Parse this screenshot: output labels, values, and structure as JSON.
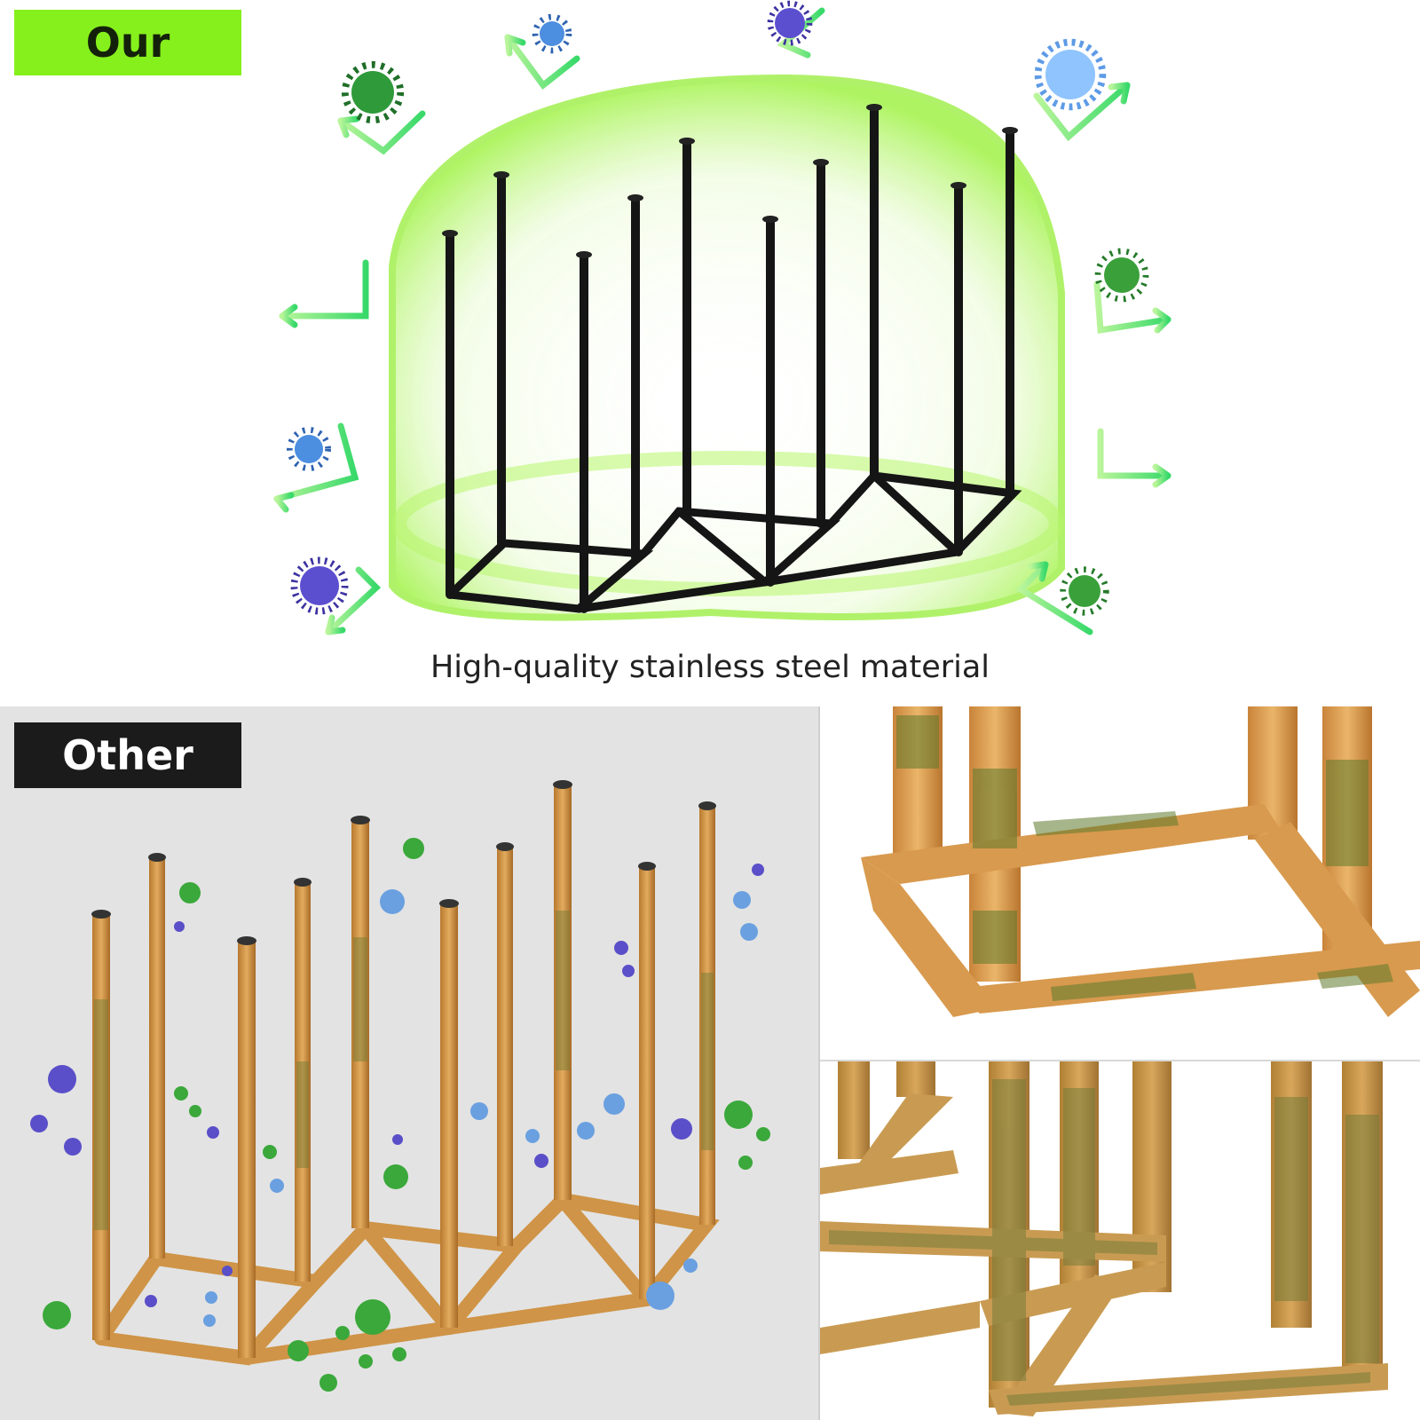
{
  "top_panel": {
    "badge": "Our",
    "caption": "High-quality stainless steel material",
    "colors": {
      "badge_bg": "#86f01c",
      "shield_glow": "#9cf23e",
      "rack": "#151515",
      "arrow": "#4ee26b"
    },
    "icons": [
      "virus-icon",
      "arrow-icon",
      "shield-dome"
    ]
  },
  "bottom_left_panel": {
    "badge": "Other",
    "colors": {
      "badge_bg": "#1b1b1b",
      "wood": "#d49a4c",
      "mold": "#6c7a34",
      "virus_green": "#3aa83a",
      "virus_blue": "#6aa0e0",
      "virus_purple": "#5a4fc8"
    },
    "icons": [
      "virus-icon",
      "wooden-rack"
    ]
  },
  "closeups": {
    "top": {
      "subject": "moldy wooden rack corner"
    },
    "bottom": {
      "subject": "moldy wooden rack base"
    }
  }
}
